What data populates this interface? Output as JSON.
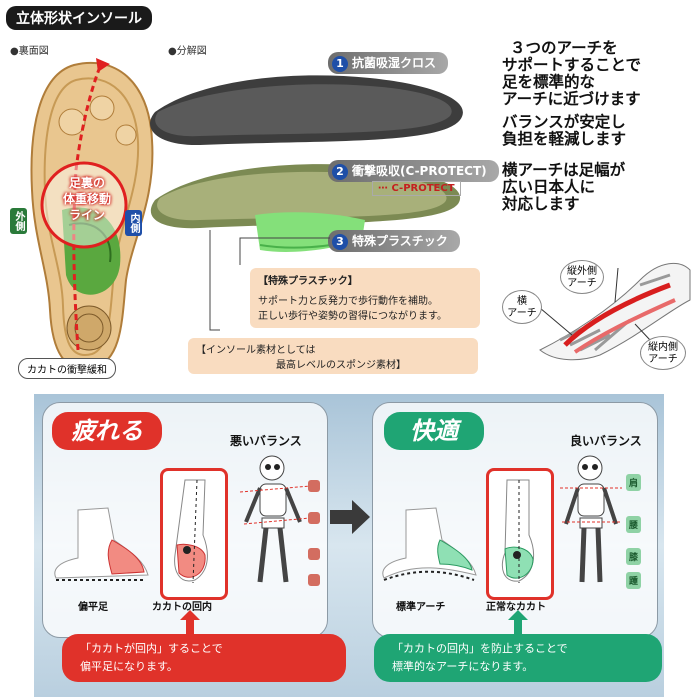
{
  "header": {
    "title": "立体形状インソール"
  },
  "labels": {
    "back_view": "●裏面図",
    "exploded_view": "●分解図"
  },
  "insole_back": {
    "line_text_1": "足裏の",
    "line_text_2": "体重移動",
    "line_text_3": "ライン",
    "outer_side": "外側",
    "inner_side": "内側",
    "heel_label": "カカトの衝撃緩和"
  },
  "layers": [
    {
      "num": "1",
      "label": "抗菌吸湿クロス"
    },
    {
      "num": "2",
      "label": "衝撃吸収(C-PROTECT)"
    },
    {
      "num": "3",
      "label": "特殊プラスチック"
    }
  ],
  "cprotect_logo": "C-PROTECT",
  "plastic_box": {
    "title": "【特殊プラスチック】",
    "line1": "サポート力と反発力で歩行動作を補助。",
    "line2": "正しい歩行や姿勢の習得につながります。"
  },
  "material_box": {
    "title": "【インソール素材としては",
    "line2": "最高レベルのスポンジ素材】"
  },
  "right_text": {
    "lines1": [
      "３つのアーチを",
      "サポートすることで",
      "足を標準的な",
      "アーチに近づけます"
    ],
    "lines2": [
      "バランスが安定し",
      "負担を軽減します"
    ],
    "lines3": [
      "横アーチは足幅が",
      "広い日本人に",
      "対応します"
    ]
  },
  "arch": {
    "outer_1": "縦外側",
    "outer_2": "アーチ",
    "cross_1": "横",
    "cross_2": "アーチ",
    "inner_1": "縦内側",
    "inner_2": "アーチ"
  },
  "bad": {
    "title": "疲れる",
    "balance": "悪いバランス",
    "foot_caption": "偏平足",
    "heel_caption": "カカトの回内",
    "pill_line1": "「カカトが回内」することで",
    "pill_line2": "偏平足になります。"
  },
  "good": {
    "title": "快適",
    "balance": "良いバランス",
    "foot_caption": "標準アーチ",
    "heel_caption": "正常なカカト",
    "pill_line1": "「カカトの回内」を防止することで",
    "pill_line2": "標準的なアーチになります。",
    "body_parts": [
      "肩",
      "腰",
      "膝",
      "踵"
    ]
  },
  "colors": {
    "bad": "#e0322a",
    "good": "#1fa574",
    "accent_blue": "#1f4fa8"
  }
}
